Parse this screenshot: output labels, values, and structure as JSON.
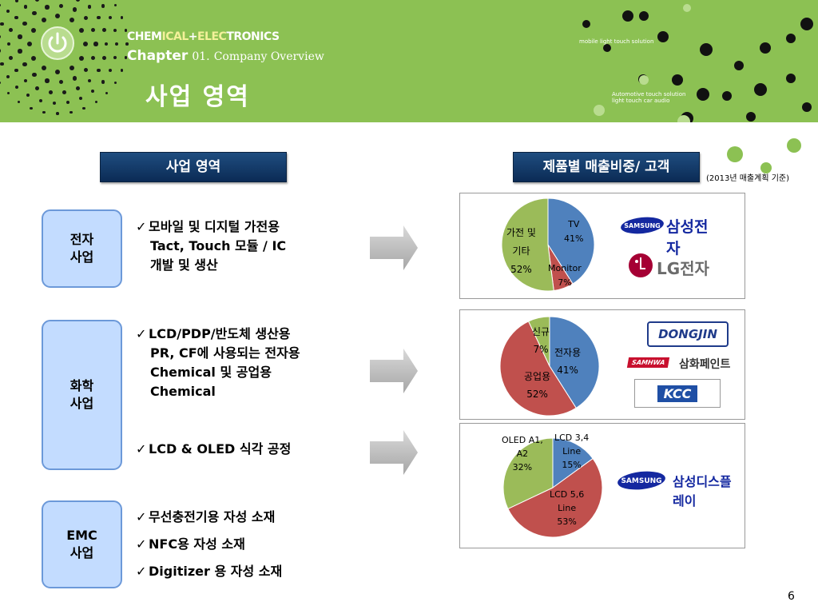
{
  "header": {
    "brand_a": "CHEM",
    "brand_b": "ICAL",
    "brand_c": "+",
    "brand_d": "ELEC",
    "brand_e": "TRONICS",
    "chapter_word": "Chapter",
    "chapter_num": "01.",
    "chapter_title": "Company Overview",
    "page_title": "사업 영역",
    "small_text_1": "mobile light touch solution",
    "small_text_2": "Automotive touch solution",
    "small_text_3": "light touch car audio"
  },
  "columns": {
    "left_header": "사업 영역",
    "right_header": "제품별 매출비중/ 고객",
    "note": "(2013년 매출계획 기준)"
  },
  "categories": [
    {
      "label_line1": "전자",
      "label_line2": "사업"
    },
    {
      "label_line1": "화학",
      "label_line2": "사업"
    },
    {
      "label_line1": "EMC",
      "label_line2": "사업"
    }
  ],
  "bullets": {
    "b1_line1": "모바일 및 디지털 가전용",
    "b1_line2": "Tact, Touch 모듈 / IC",
    "b1_line3": "개발 및 생산",
    "b2_line1": "LCD/PDP/반도체 생산용",
    "b2_line2": "PR, CF에 사용되는 전자용",
    "b2_line3": "Chemical  및 공업용",
    "b2_line4": "Chemical",
    "b3": "LCD & OLED  식각 공정",
    "b4": "무선충전기용  자성 소재",
    "b5": "NFC용 자성 소재",
    "b6": "Digitizer 용 자성 소재"
  },
  "logos": {
    "samsung": "SAMSUNG",
    "samsung_elec": "삼성전자",
    "lg": "LG전자",
    "dongjin": "DONGJIN",
    "samhwa": "SAMHWA",
    "samhwa_kr": "삼화페인트",
    "kcc": "KCC",
    "samsung_display": "삼성디스플레이"
  },
  "colors": {
    "blue": "#4f81bd",
    "red": "#c0504d",
    "green": "#9bbb59",
    "header_green": "#8cc153"
  },
  "chart_data": [
    {
      "type": "pie",
      "title": "",
      "slices": [
        {
          "label": "TV",
          "value": 41,
          "color": "#4f81bd"
        },
        {
          "label": "Monitor",
          "value": 7,
          "color": "#c0504d"
        },
        {
          "label": "가전 및 기타",
          "value": 52,
          "color": "#9bbb59"
        }
      ],
      "label_text": [
        {
          "l1": "TV",
          "l2": "41%"
        },
        {
          "l1": "Monitor",
          "l2": "7%"
        },
        {
          "l1": "가전 및",
          "l2": "기타",
          "l3": "52%"
        }
      ]
    },
    {
      "type": "pie",
      "title": "",
      "slices": [
        {
          "label": "전자용",
          "value": 41,
          "color": "#4f81bd"
        },
        {
          "label": "공업용",
          "value": 52,
          "color": "#c0504d"
        },
        {
          "label": "신규",
          "value": 7,
          "color": "#9bbb59"
        }
      ],
      "label_text": [
        {
          "l1": "전자용",
          "l2": "41%"
        },
        {
          "l1": "공업용",
          "l2": "52%"
        },
        {
          "l1": "신규",
          "l2": "7%"
        }
      ]
    },
    {
      "type": "pie",
      "title": "",
      "slices": [
        {
          "label": "LCD 3,4 Line",
          "value": 15,
          "color": "#4f81bd"
        },
        {
          "label": "LCD 5,6 Line",
          "value": 53,
          "color": "#c0504d"
        },
        {
          "label": "OLED A1, A2",
          "value": 32,
          "color": "#9bbb59"
        }
      ],
      "label_text": [
        {
          "l1": "LCD 3,4",
          "l2": "Line",
          "l3": "15%"
        },
        {
          "l1": "LCD 5,6",
          "l2": "Line",
          "l3": "53%"
        },
        {
          "l1": "OLED A1,",
          "l2": "A2",
          "l3": "32%"
        }
      ]
    }
  ],
  "page_number": "6"
}
